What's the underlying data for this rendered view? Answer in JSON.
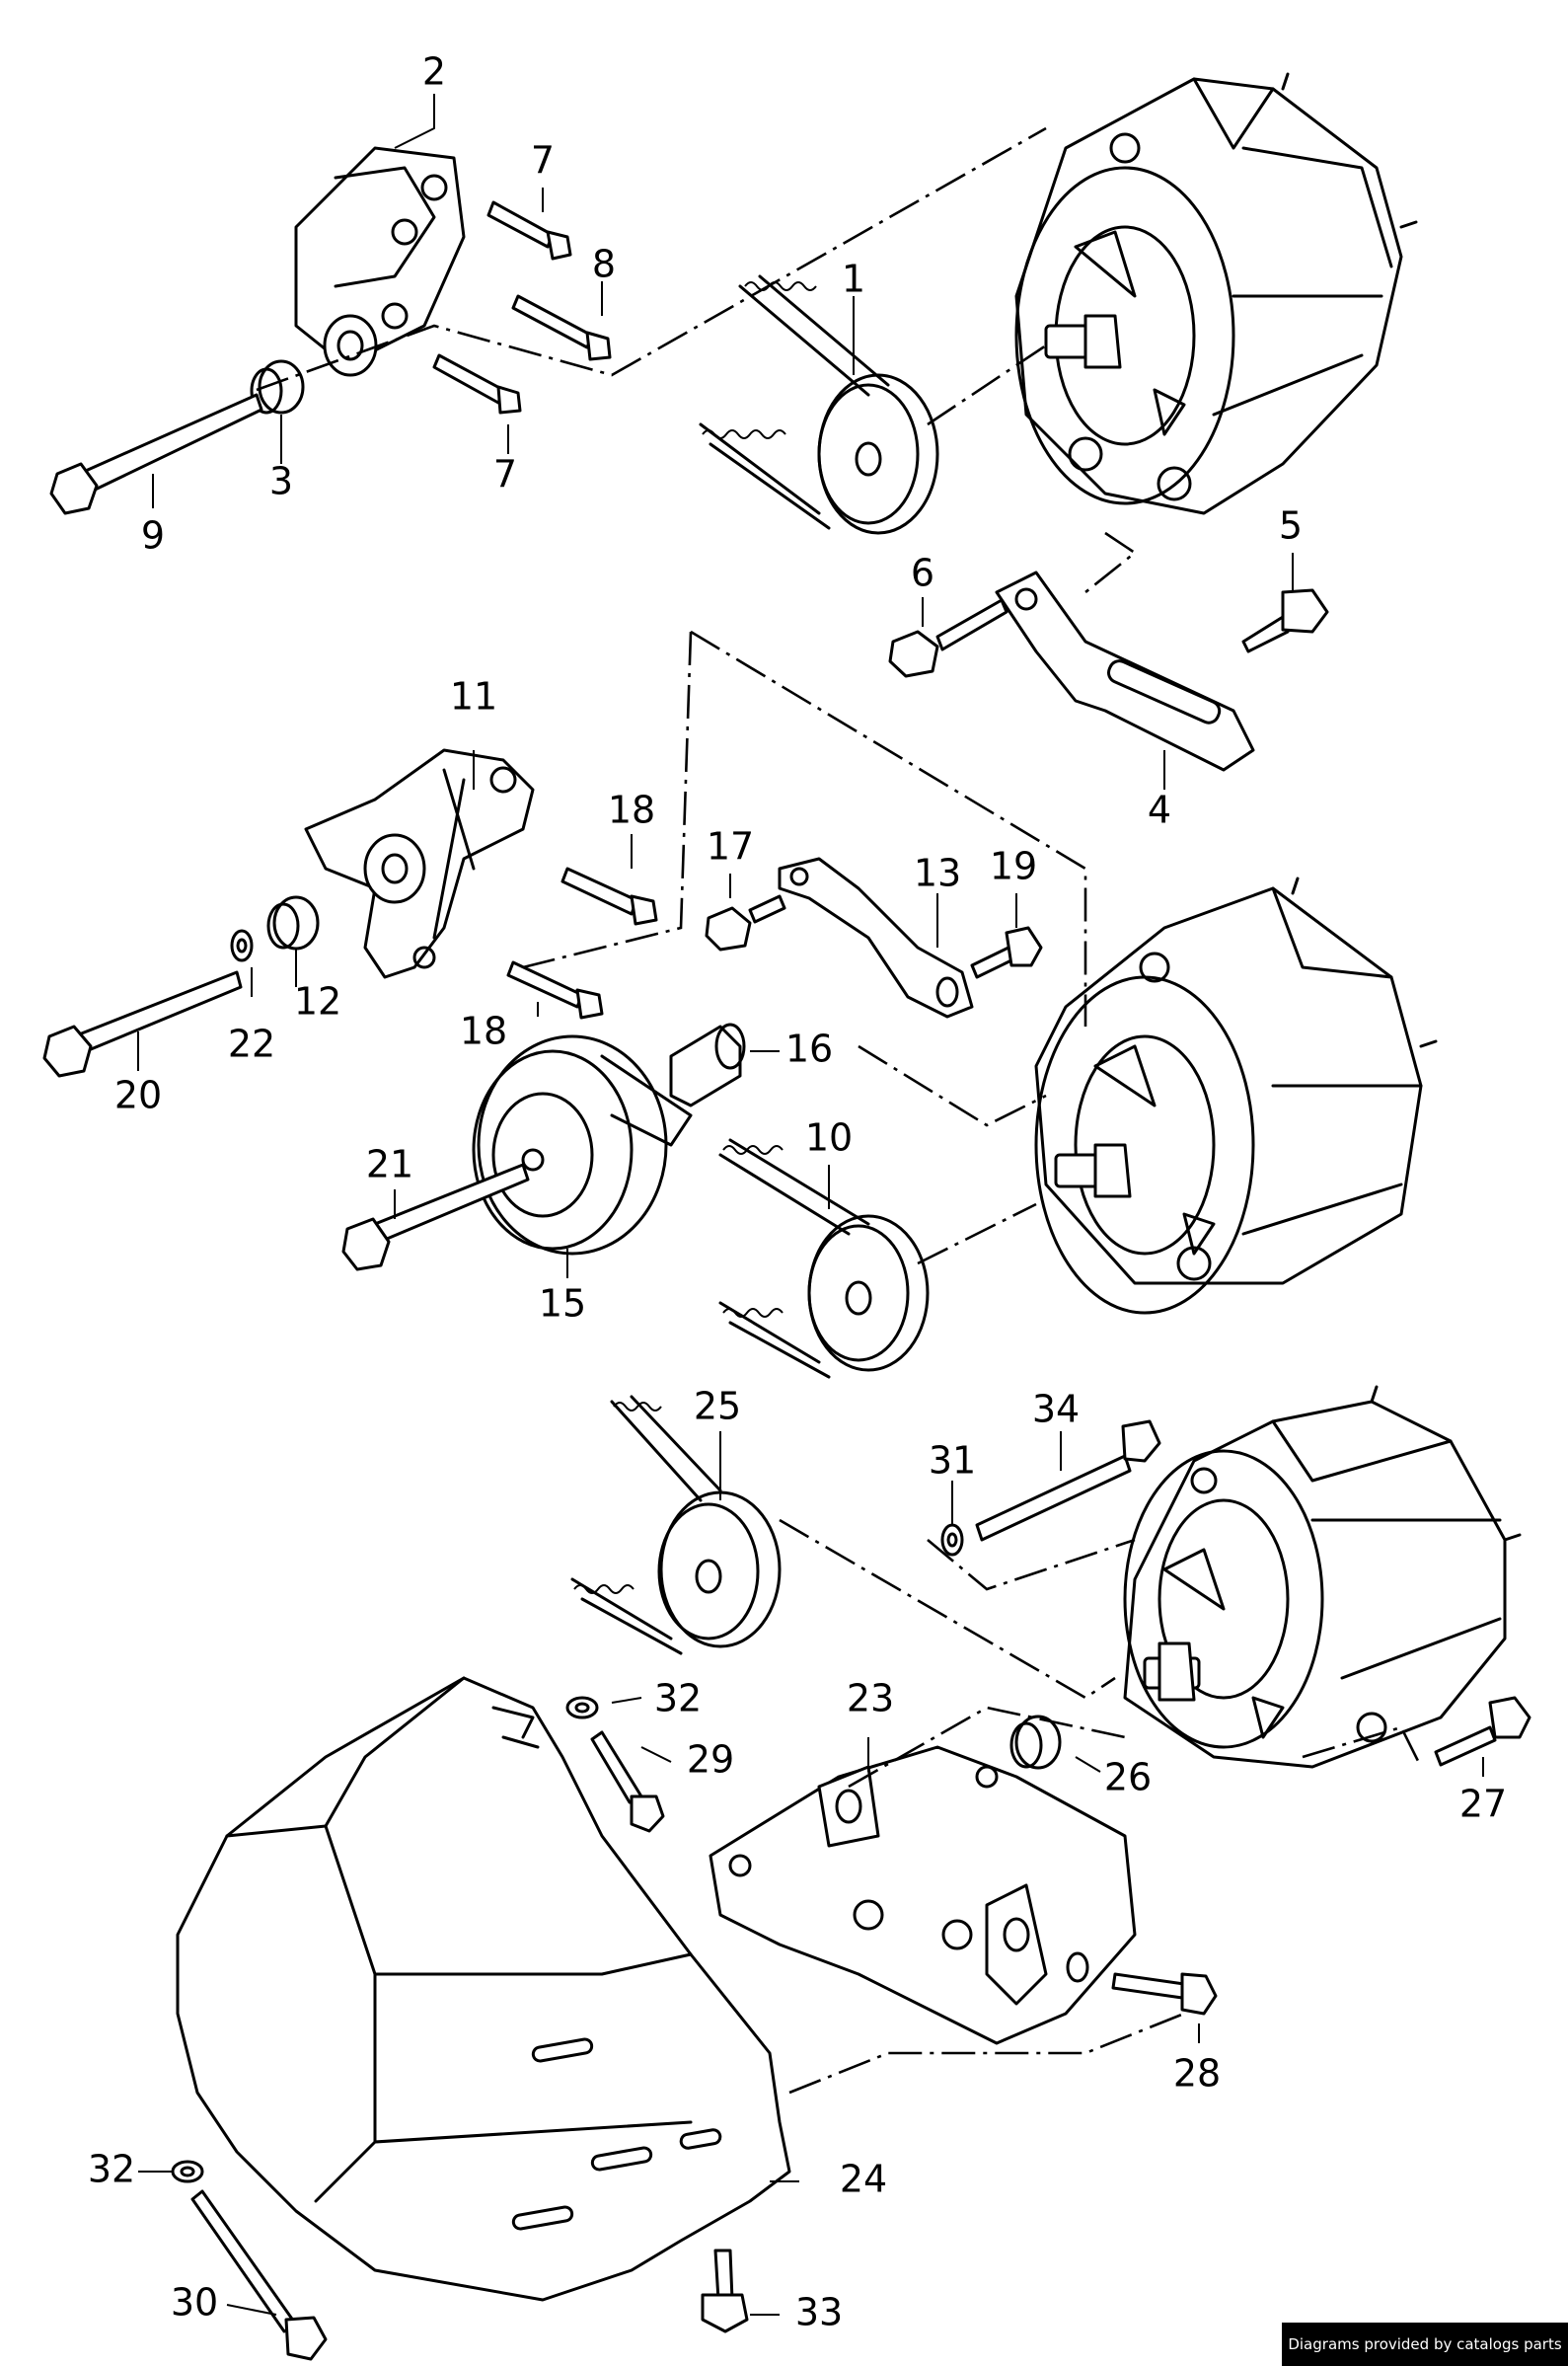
{
  "footer": {
    "credit": "Diagrams provided by catalogs parts"
  },
  "callouts": {
    "c1": "1",
    "c2": "2",
    "c3": "3",
    "c4": "4",
    "c5": "5",
    "c6": "6",
    "c7a": "7",
    "c7b": "7",
    "c8": "8",
    "c9": "9",
    "c10": "10",
    "c11": "11",
    "c12": "12",
    "c13": "13",
    "c15": "15",
    "c16": "16",
    "c17": "17",
    "c18a": "18",
    "c18b": "18",
    "c19": "19",
    "c20": "20",
    "c21": "21",
    "c22": "22",
    "c23": "23",
    "c24": "24",
    "c25": "25",
    "c26": "26",
    "c27": "27",
    "c28": "28",
    "c29": "29",
    "c30": "30",
    "c31": "31",
    "c32a": "32",
    "c32b": "32",
    "c33": "33",
    "c34": "34"
  }
}
